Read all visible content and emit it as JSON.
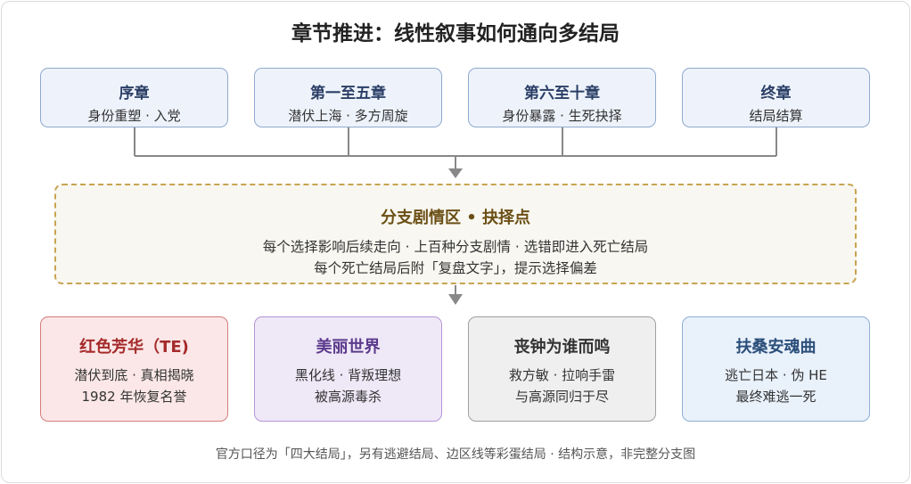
{
  "title": "章节推进：线性叙事如何通向多结局",
  "chapters": [
    {
      "title": "序章",
      "subtitle": "身份重塑 · 入党"
    },
    {
      "title": "第一至五章",
      "subtitle": "潜伏上海 · 多方周旋"
    },
    {
      "title": "第六至十章",
      "subtitle": "身份暴露 · 生死抉择"
    },
    {
      "title": "终章",
      "subtitle": "结局结算"
    }
  ],
  "branch": {
    "title": "分支剧情区 • 抉择点",
    "line1": "每个选择影响后续走向 · 上百种分支剧情 · 选错即进入死亡结局",
    "line2": "每个死亡结局后附「复盘文字」，提示选择偏差"
  },
  "endings": [
    {
      "title": "红色芳华（TE)",
      "line1": "潜伏到底 · 真相揭晓",
      "line2": "1982 年恢复名誉"
    },
    {
      "title": "美丽世界",
      "line1": "黑化线 · 背叛理想",
      "line2": "被高源毒杀"
    },
    {
      "title": "丧钟为谁而鸣",
      "line1": "救方敏 · 拉响手雷",
      "line2": "与高源同归于尽"
    },
    {
      "title": "扶桑安魂曲",
      "line1": "逃亡日本 · 伪 HE",
      "line2": "最终难逃一死"
    }
  ],
  "footer": "官方口径为「四大结局」，另有逃避结局、边区线等彩蛋结局 · 结构示意，非完整分支图",
  "colors": {
    "chapter_border": "#8fa9cf",
    "branch_border": "#c8a451",
    "connector": "#888888",
    "ending_te": "#d47c7c",
    "ending_world": "#b396d6",
    "ending_bell": "#a0a0a0",
    "ending_fusang": "#8fb0d6"
  }
}
